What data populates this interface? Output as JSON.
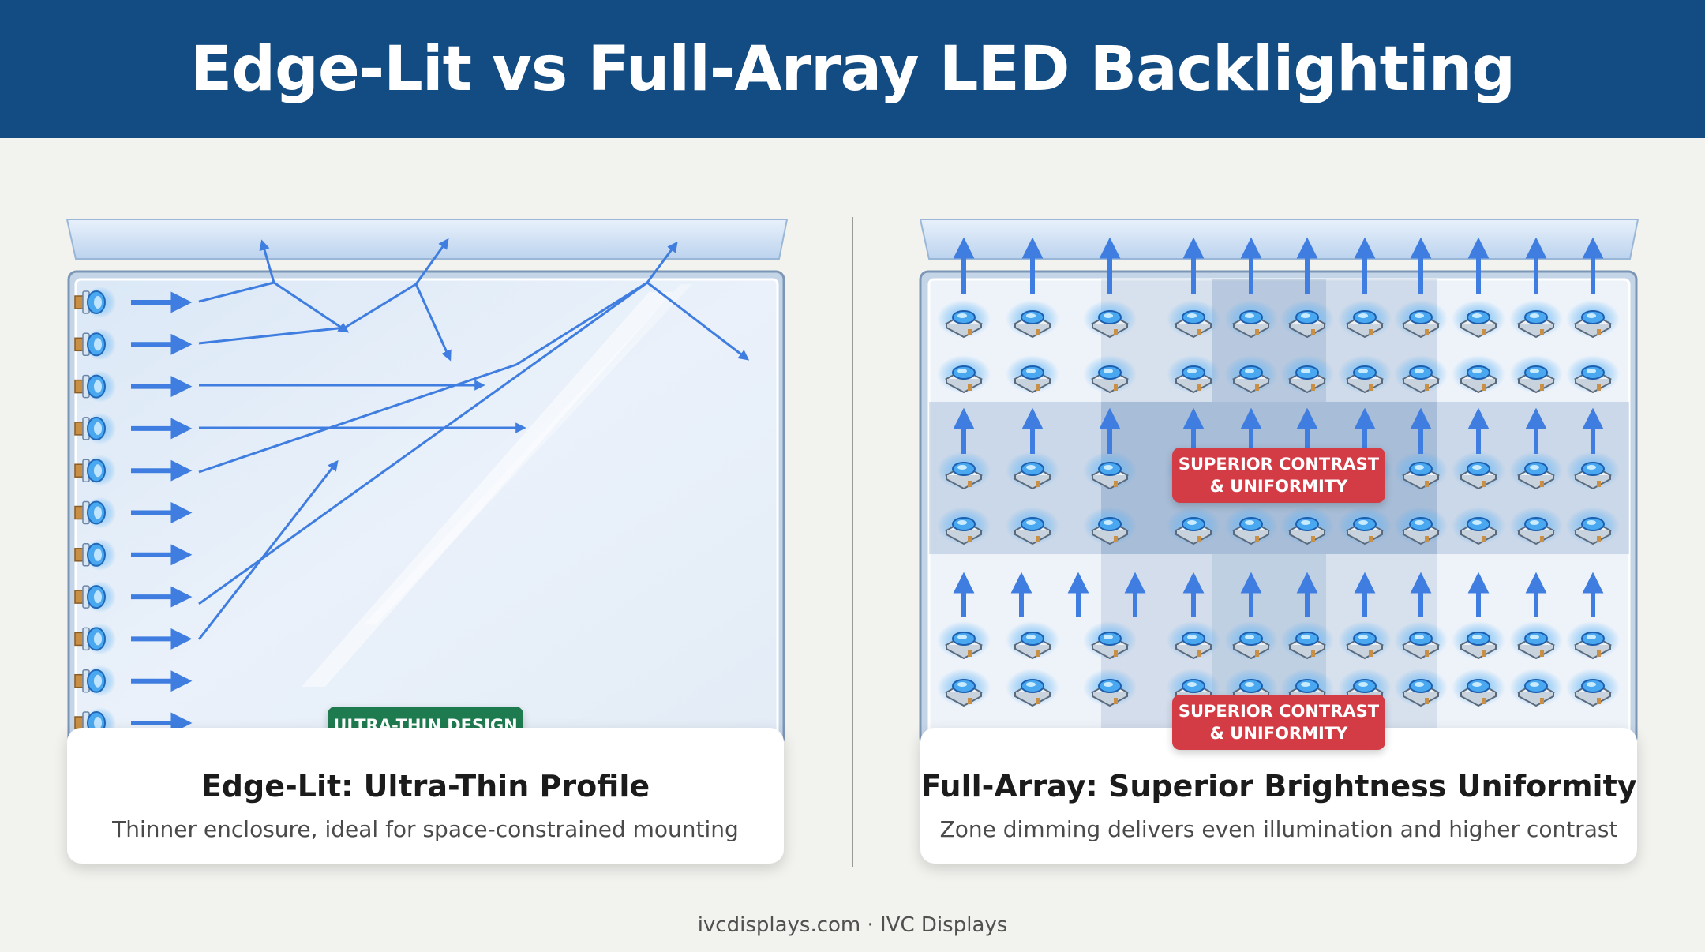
{
  "title": "Edge-Lit vs Full-Array LED Backlighting",
  "edge_lit": {
    "badge": "ULTRA-THIN DESIGN",
    "caption_title": "Edge-Lit: Ultra-Thin Profile",
    "caption_subtitle": "Thinner enclosure, ideal for space-constrained mounting",
    "led_count": 11
  },
  "full_array": {
    "badge_line1": "SUPERIOR CONTRAST",
    "badge_line2": "& UNIFORMITY",
    "caption_title": "Full-Array: Superior Brightness Uniformity",
    "caption_subtitle": "Zone dimming delivers even illumination and higher contrast",
    "led_rows": 6,
    "led_cols": 11
  },
  "footer": "ivcdisplays.com · IVC Displays",
  "colors": {
    "header": "#134c83",
    "arrow": "#3f7ee0",
    "led_glow": "#4aa8f0",
    "badge_green": "#1e7a4f",
    "badge_red": "#d33b45"
  }
}
